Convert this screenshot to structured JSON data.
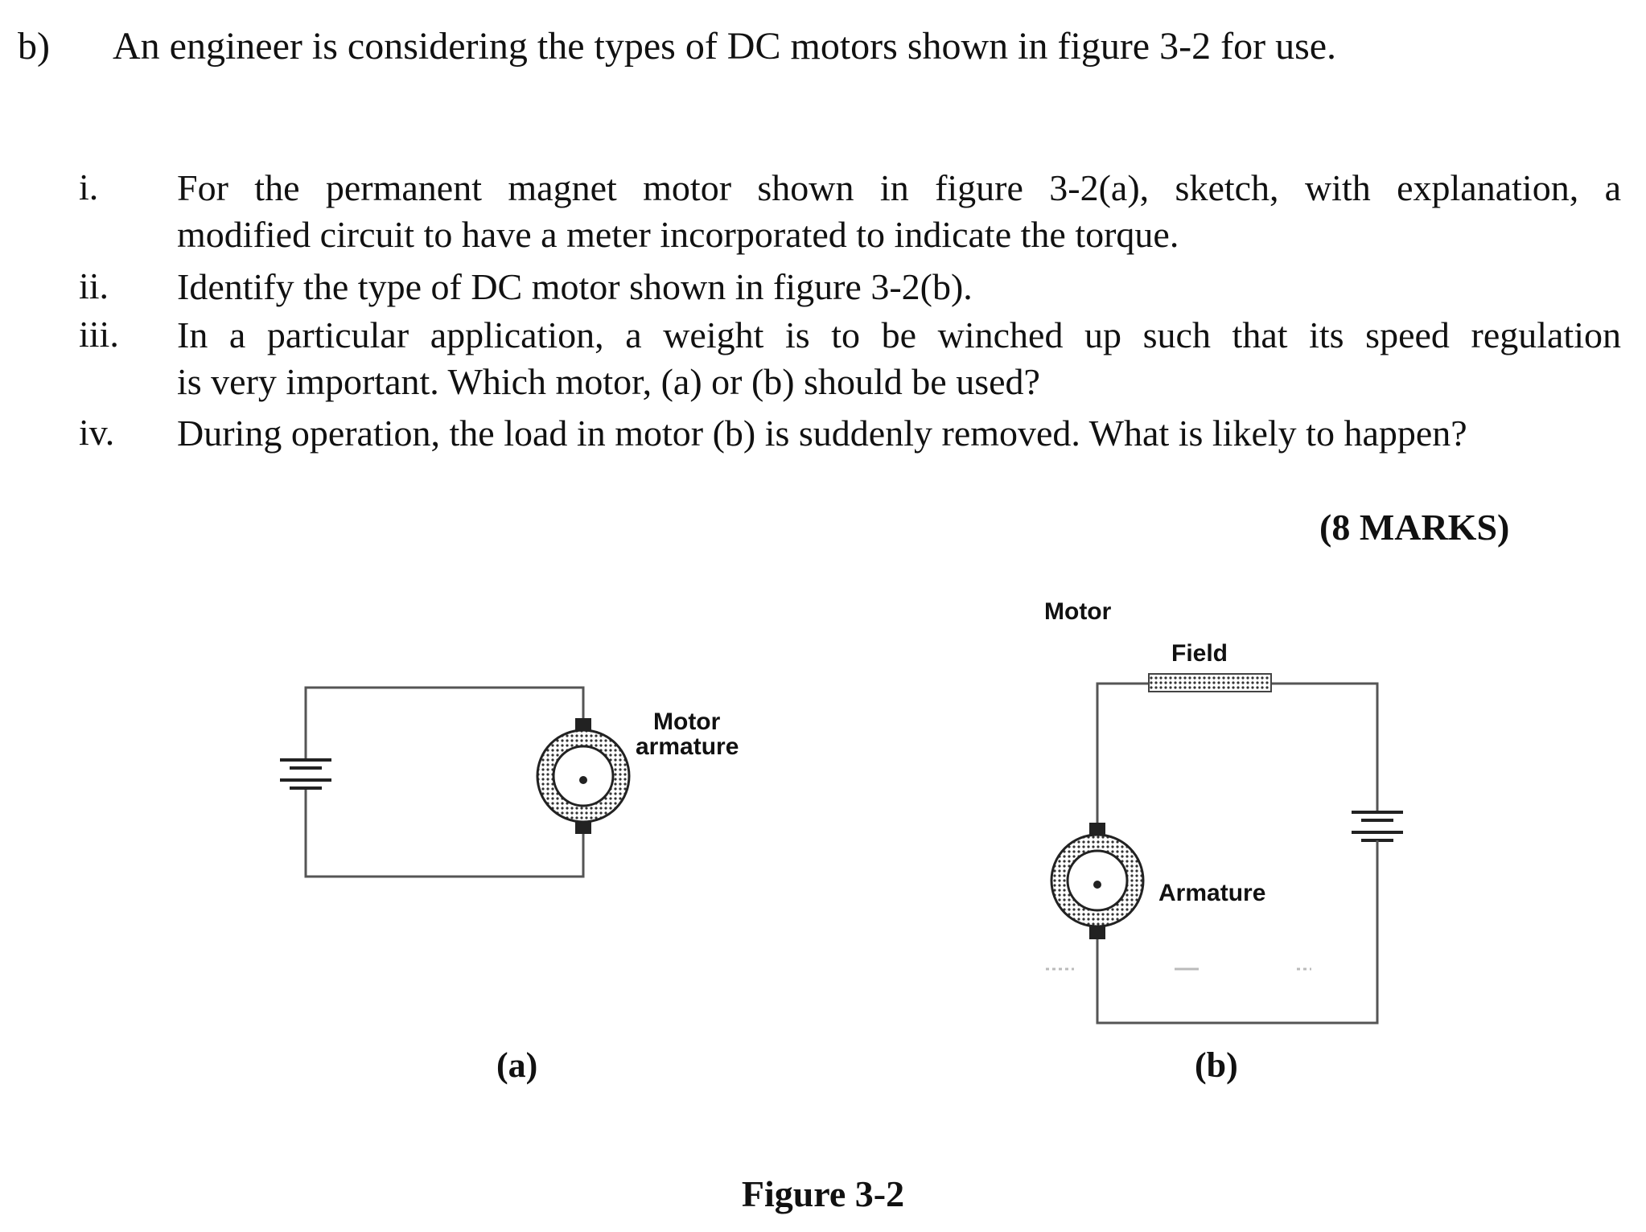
{
  "question": {
    "label": "b)",
    "text": "An engineer is considering the types of DC motors shown in figure 3-2 for use."
  },
  "items": [
    {
      "num": "i.",
      "lines": [
        "For the permanent magnet motor shown in figure 3-2(a), sketch, with explanation, a",
        "modified circuit to have a meter incorporated to indicate the torque."
      ]
    },
    {
      "num": "ii.",
      "lines": [
        "Identify the type of DC motor shown in figure 3-2(b)."
      ]
    },
    {
      "num": "iii.",
      "lines": [
        "In a particular application, a weight is to be winched up such that its speed regulation",
        "is very important. Which motor, (a) or (b) should be used?"
      ]
    },
    {
      "num": "iv.",
      "lines": [
        "During operation, the load in motor (b) is suddenly removed. What is likely to happen?"
      ]
    }
  ],
  "marks": "(8 MARKS)",
  "figure": {
    "a": {
      "caption": "(a)",
      "motor_label_1": "Motor",
      "motor_label_2": "armature"
    },
    "b": {
      "caption": "(b)",
      "top_label": "Motor",
      "field_label": "Field",
      "armature_label": "Armature"
    },
    "title": "Figure 3-2"
  }
}
